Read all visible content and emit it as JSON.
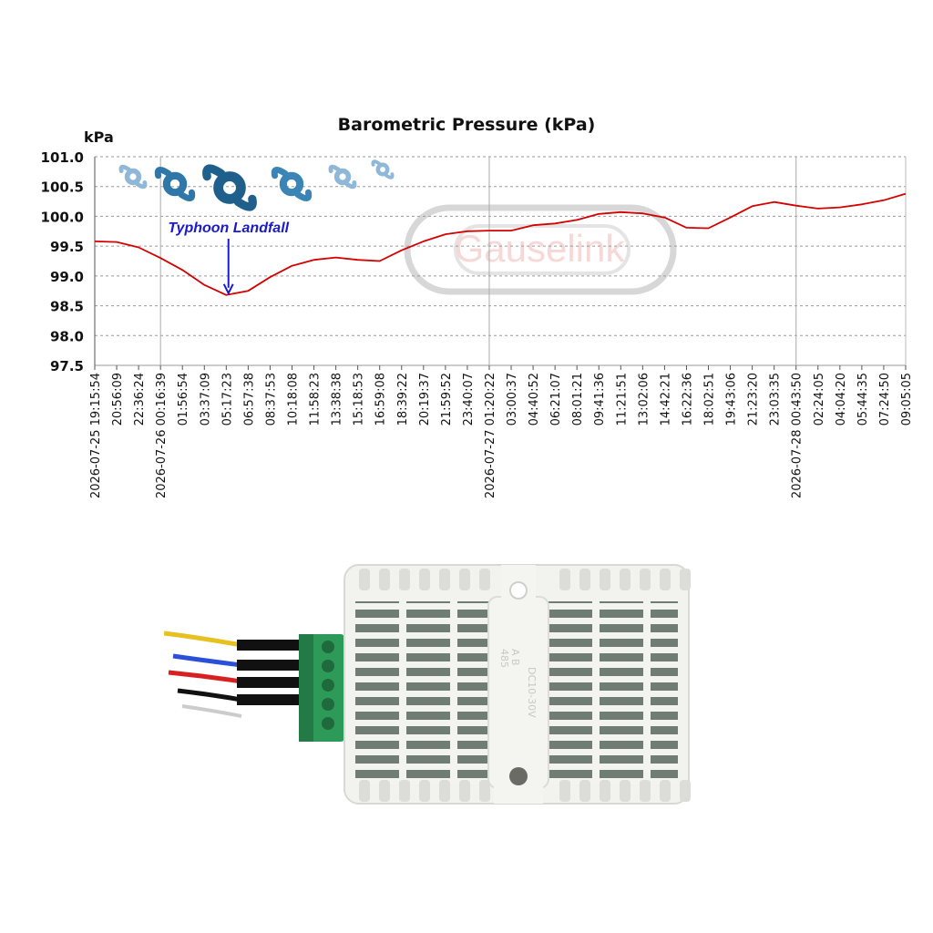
{
  "chart_data": {
    "type": "line",
    "title": "Barometric Pressure (kPa)",
    "ylabel": "kPa",
    "ylim": [
      97.5,
      101.0
    ],
    "yticks": [
      "101.0",
      "100.5",
      "100.0",
      "99.5",
      "99.0",
      "98.5",
      "98.0",
      "97.5"
    ],
    "grid": "horizontal dashed; vertical solid at day boundaries",
    "x_ticks": [
      "2026-07-25 19:15:54",
      "20:56:09",
      "22:36:24",
      "2026-07-26 00:16:39",
      "01:56:54",
      "03:37:09",
      "05:17:23",
      "06:57:38",
      "08:37:53",
      "10:18:08",
      "11:58:23",
      "13:38:38",
      "15:18:53",
      "16:59:08",
      "18:39:22",
      "20:19:37",
      "21:59:52",
      "23:40:07",
      "2026-07-27 01:20:22",
      "03:00:37",
      "04:40:52",
      "06:21:07",
      "08:01:21",
      "09:41:36",
      "11:21:51",
      "13:02:06",
      "14:42:21",
      "16:22:36",
      "18:02:51",
      "19:43:06",
      "21:23:20",
      "23:03:35",
      "2026-07-28 00:43:50",
      "02:24:05",
      "04:04:20",
      "05:44:35",
      "07:24:50",
      "09:05:05"
    ],
    "series": [
      {
        "color": "#d40000",
        "points": [
          [
            0,
            99.58
          ],
          [
            1,
            99.57
          ],
          [
            2,
            99.48
          ],
          [
            3,
            99.3
          ],
          [
            4,
            99.1
          ],
          [
            5,
            98.85
          ],
          [
            6,
            98.68
          ],
          [
            7,
            98.75
          ],
          [
            8,
            98.98
          ],
          [
            9,
            99.17
          ],
          [
            10,
            99.27
          ],
          [
            11,
            99.31
          ],
          [
            12,
            99.27
          ],
          [
            13,
            99.25
          ],
          [
            14,
            99.43
          ],
          [
            15,
            99.58
          ],
          [
            16,
            99.7
          ],
          [
            17,
            99.75
          ],
          [
            18,
            99.76
          ],
          [
            19,
            99.76
          ],
          [
            20,
            99.85
          ],
          [
            21,
            99.88
          ],
          [
            22,
            99.94
          ],
          [
            23,
            100.04
          ],
          [
            24,
            100.07
          ],
          [
            25,
            100.05
          ],
          [
            26,
            99.98
          ],
          [
            27,
            99.81
          ],
          [
            28,
            99.8
          ],
          [
            29,
            99.98
          ],
          [
            30,
            100.17
          ],
          [
            31,
            100.24
          ],
          [
            32,
            100.18
          ],
          [
            33,
            100.13
          ],
          [
            34,
            100.15
          ],
          [
            35,
            100.2
          ],
          [
            36,
            100.27
          ],
          [
            37,
            100.38
          ]
        ]
      }
    ],
    "annotations": [
      {
        "text": "Typhoon Landfall",
        "color": "#1a1acc",
        "target_x": 6.1,
        "target_y": 98.68
      }
    ],
    "watermark": "Gauselink"
  },
  "device": {
    "label_485": "485",
    "label_ab": "A   B",
    "label_dc": "DC10-30V"
  },
  "colors": {
    "line": "#d40000",
    "annotation": "#1a1acc",
    "typhoon_light": "#8fb8d8",
    "typhoon_dark": "#2f77a8"
  }
}
